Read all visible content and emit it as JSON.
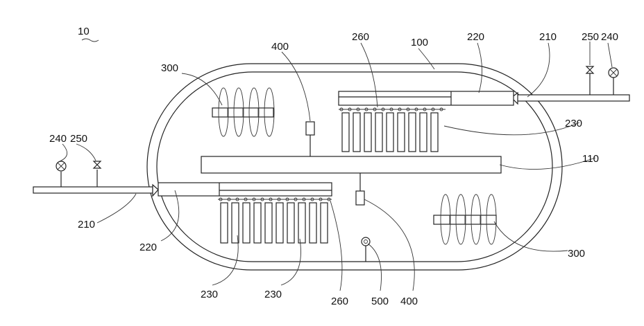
{
  "figure_label": "10",
  "callouts": {
    "housing": "100",
    "partition": "110",
    "pipe_right": "210",
    "pipe_left": "210",
    "manifold_right": "220",
    "manifold_left": "220",
    "fins_right": "230",
    "fins_left_a": "230",
    "fins_left_b": "230",
    "gauge_right": "240",
    "gauge_left": "240",
    "valve_right": "250",
    "valve_left": "250",
    "nozzles_top": "260",
    "nozzles_bottom": "260",
    "fan_top": "300",
    "fan_bottom": "300",
    "sensor_top": "400",
    "sensor_bottom": "400",
    "port": "500"
  }
}
